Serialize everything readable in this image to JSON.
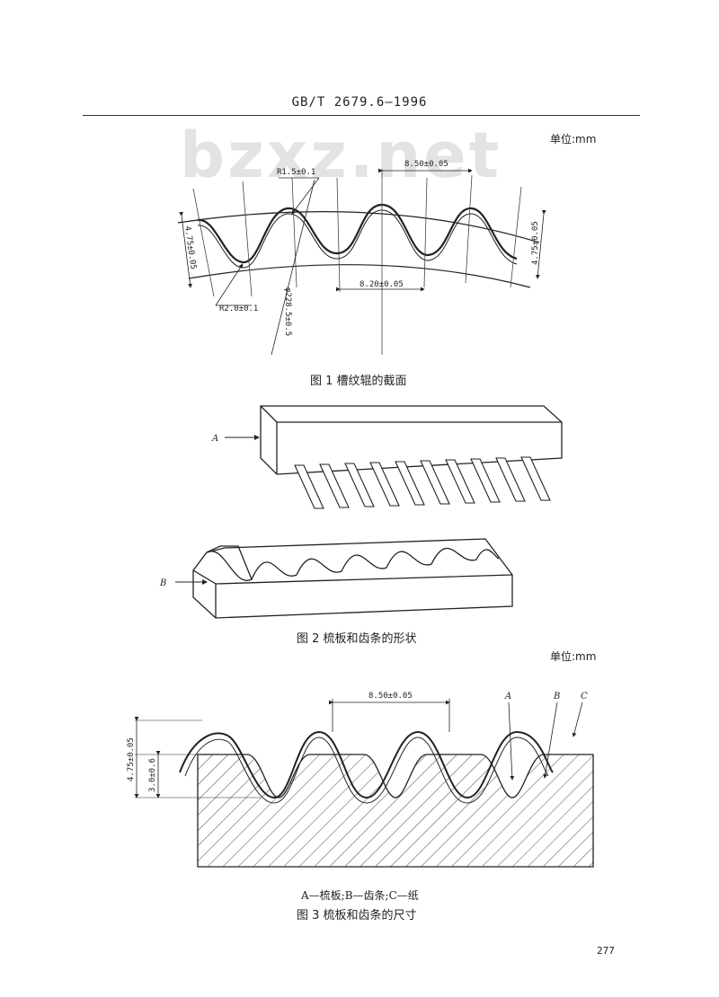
{
  "header": {
    "standard_code": "GB/T 2679.6—1996"
  },
  "watermark": "bzxz.net",
  "unit_label": "单位:mm",
  "figure1": {
    "caption": "图 1   槽纹辊的截面",
    "dim_pitch_top": "8.50±0.05",
    "dim_radius_top": "R1.5±0.1",
    "dim_height_left": "4.75±0.05",
    "dim_height_right": "4.75±0.05",
    "dim_pitch_bottom": "8.20±0.05",
    "dim_radius_bottom": "R2.0±0.1",
    "dim_diameter": "φ228.5±0.5"
  },
  "figure2": {
    "caption": "图 2   梳板和齿条的形状",
    "label_a": "A",
    "label_b": "B"
  },
  "figure3": {
    "caption": "图 3   梳板和齿条的尺寸",
    "dim_pitch": "8.50±0.05",
    "dim_total_height": "4.75±0.05",
    "dim_depth": "3.0±0.6",
    "label_a": "A",
    "label_b": "B",
    "label_c": "C",
    "legend": "A—梳板;B—齿条;C—纸"
  },
  "page_number": "277"
}
